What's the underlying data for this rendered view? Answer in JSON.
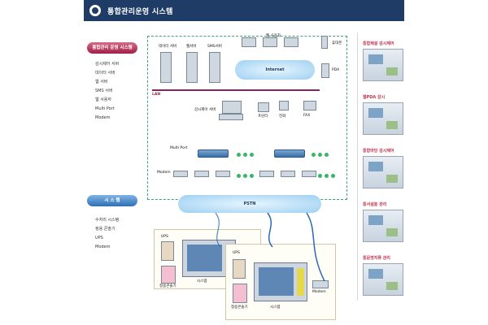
{
  "header": {
    "title": "통합관리운영 시스템"
  },
  "left_panel": {
    "group1_title": "통합관리 운영 시스템",
    "group1_items": [
      "감시제어 서버",
      "데이터 서버",
      "웹 서버",
      "SMS 서버",
      "웹 사용자",
      "Multi Port",
      "Modem"
    ],
    "group2_title": "시 스 템",
    "group2_items": [
      "수처리 시스템",
      "정용 콘솔기",
      "UPS",
      "Modem"
    ]
  },
  "right_panel": {
    "items": [
      "통합제설 감시제어",
      "웹PDA 감시",
      "통합마당 감시제어",
      "통서설을 관리",
      "통문명지류 관리"
    ]
  },
  "diagram": {
    "servers": [
      "데이터 서버",
      "웹서버",
      "SMS서버"
    ],
    "web_users_label": "웹 사용자",
    "phone_label": "휴대폰",
    "pda_label": "PDA",
    "internet_label": "Internet",
    "lan_label": "LAN",
    "control_server_label": "감시제어 서버",
    "printer_label": "프린터",
    "phone2_label": "전화",
    "fax_label": "FAX",
    "multiport_label": "Multi Port",
    "modem_label": "Modem",
    "pstn_label": "PSTN",
    "bottom": {
      "ups_label": "UPS",
      "console_label": "정용콘솔기",
      "system_label": "시스템",
      "modem_label": "Modem"
    }
  }
}
